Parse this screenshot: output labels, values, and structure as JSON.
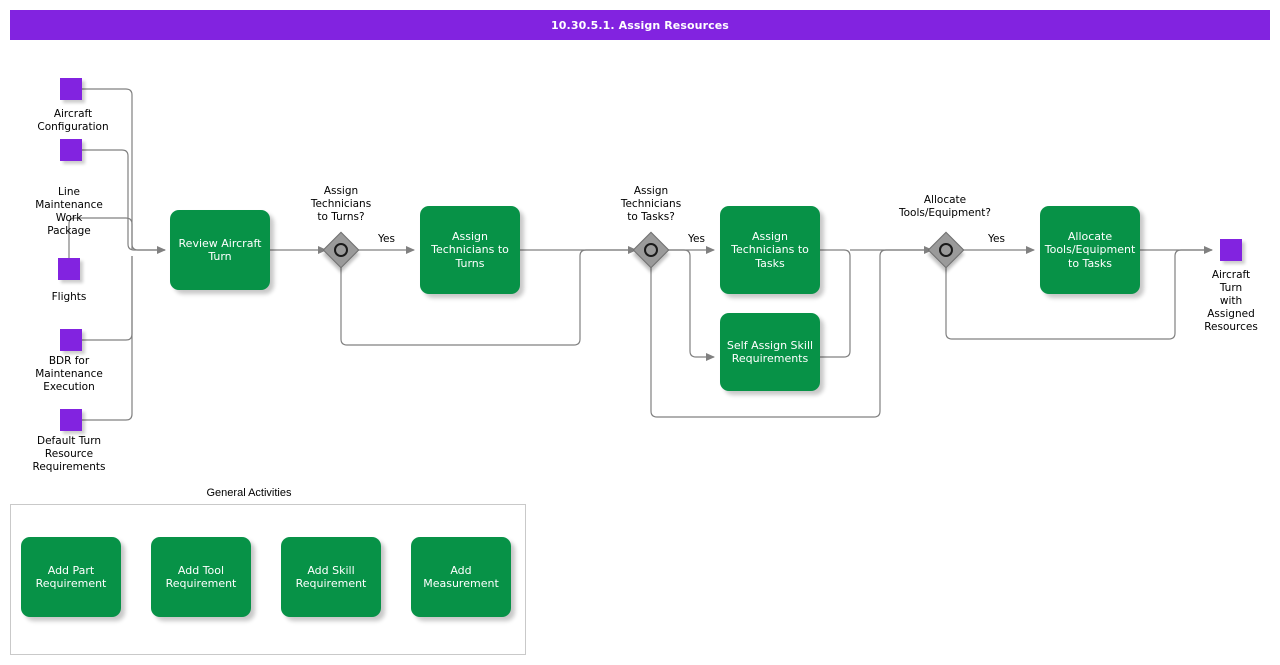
{
  "title": {
    "text": "10.30.5.1. Assign Resources"
  },
  "colors": {
    "header_purple": "#8223e0",
    "data_object_purple": "#8223e0",
    "task_green": "#079247",
    "gateway_gray": "#9a9a9a",
    "connector_gray": "#808080",
    "pool_border": "#c9c9c9",
    "text_dark": "#000000",
    "text_light": "#ffffff"
  },
  "inputs": [
    {
      "label": "Aircraft\nConfiguration"
    },
    {
      "label": "Line\nMaintenance\nWork\nPackage"
    },
    {
      "label": "Flights"
    },
    {
      "label": "BDR for\nMaintenance\nExecution"
    },
    {
      "label": "Default Turn\nResource\nRequirements"
    }
  ],
  "outputs": [
    {
      "label": "Aircraft\nTurn\nwith\nAssigned\nResources"
    }
  ],
  "tasks": [
    {
      "label": "Review Aircraft\nTurn"
    },
    {
      "label": "Assign\nTechnicians to\nTurns"
    },
    {
      "label": "Assign\nTechnicians to\nTasks"
    },
    {
      "label": "Self Assign Skill\nRequirements"
    },
    {
      "label": "Allocate\nTools/Equipment\nto Tasks"
    }
  ],
  "gateways": [
    {
      "label": "Assign\nTechnicians\nto Turns?",
      "yes_label": "Yes"
    },
    {
      "label": "Assign\nTechnicians\nto Tasks?",
      "yes_label": "Yes"
    },
    {
      "label": "Allocate\nTools/Equipment?",
      "yes_label": "Yes"
    }
  ],
  "general_activities": {
    "title": "General Activities",
    "items": [
      {
        "label": "Add Part\nRequirement"
      },
      {
        "label": "Add Tool\nRequirement"
      },
      {
        "label": "Add Skill\nRequirement"
      },
      {
        "label": "Add\nMeasurement"
      }
    ]
  }
}
